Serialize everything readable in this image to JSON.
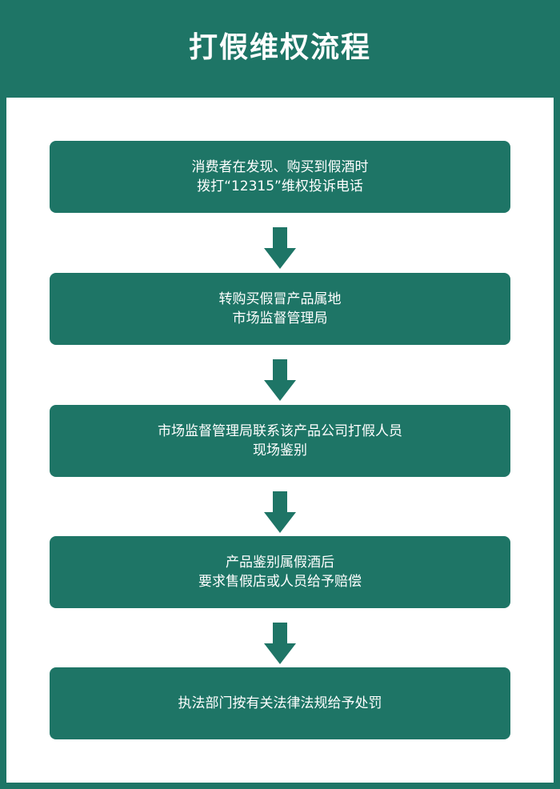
{
  "title": "打假维权流程",
  "colors": {
    "primary": "#1e7566",
    "panel": "#ffffff",
    "text": "#ffffff"
  },
  "steps": [
    {
      "lines": [
        "消费者在发现、购买到假酒时",
        "拨打“12315”维权投诉电话"
      ]
    },
    {
      "lines": [
        "转购买假冒产品属地",
        "市场监督管理局"
      ]
    },
    {
      "lines": [
        "市场监督管理局联系该产品公司打假人员",
        "现场鉴别"
      ]
    },
    {
      "lines": [
        "产品鉴别属假酒后",
        "要求售假店或人员给予赔偿"
      ]
    },
    {
      "lines": [
        "执法部门按有关法律法规给予处罚"
      ]
    }
  ]
}
